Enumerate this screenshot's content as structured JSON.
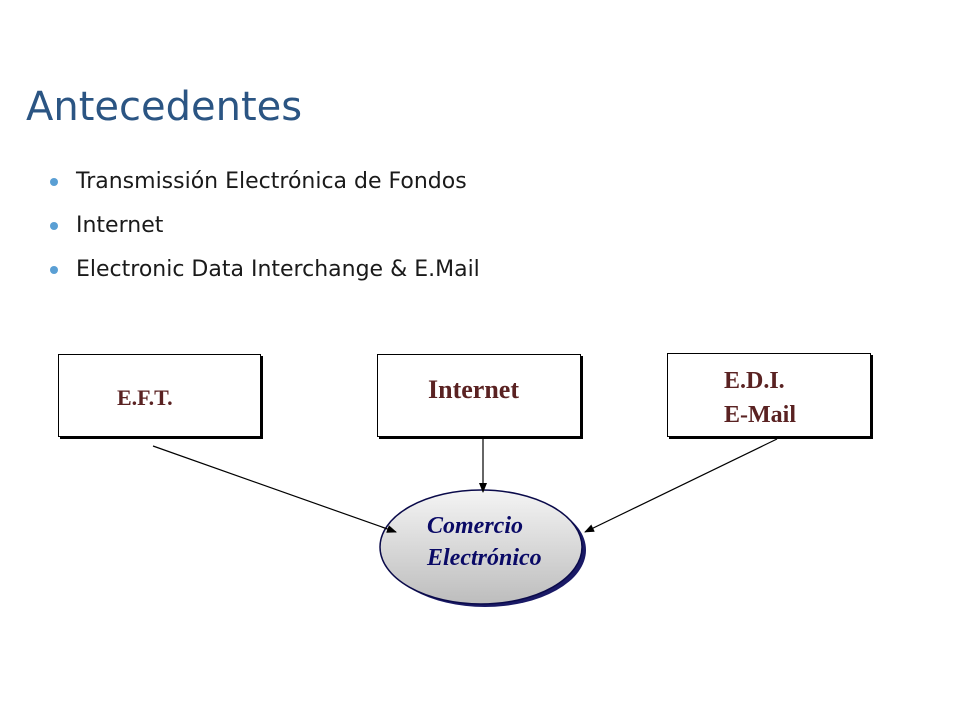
{
  "slide": {
    "title": "Antecedentes",
    "bullets": [
      "Transmissión Electrónica de Fondos",
      "Internet",
      "Electronic Data Interchange & E.Mail"
    ]
  },
  "diagram": {
    "boxes": {
      "eft": "E.F.T.",
      "internet": "Internet",
      "edi_line1": "E.D.I.",
      "edi_line2": "E-Mail"
    },
    "center": {
      "line1": "Comercio",
      "line2": "Electrónico"
    }
  }
}
